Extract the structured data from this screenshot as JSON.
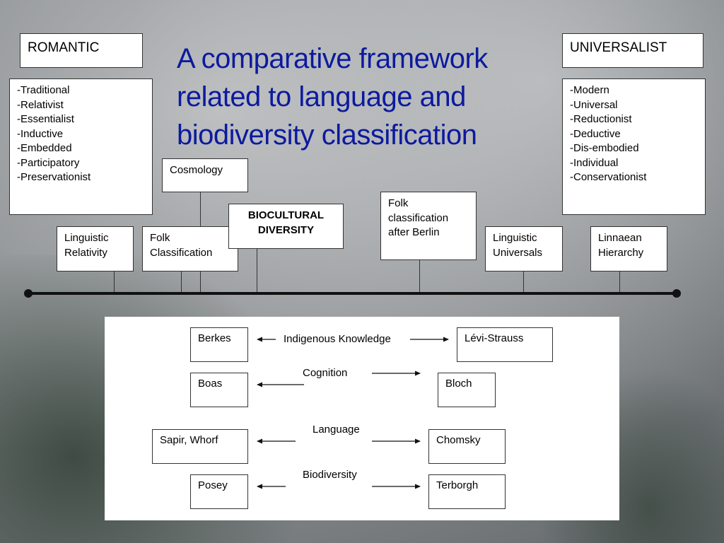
{
  "title": "A comparative framework related to language and biodiversity classification",
  "romantic": {
    "header": "ROMANTIC",
    "items": [
      "-Traditional",
      "-Relativist",
      "-Essentialist",
      "-Inductive",
      "-Embedded",
      "-Participatory",
      "-Preservationist"
    ]
  },
  "universalist": {
    "header": "UNIVERSALIST",
    "items": [
      "-Modern",
      "-Universal",
      "-Reductionist",
      "-Deductive",
      "-Dis-embodied",
      "-Individual",
      "-Conservationist"
    ]
  },
  "timeline_nodes": {
    "cosmology": "Cosmology",
    "linguistic_relativity": "Linguistic Relativity",
    "folk_classification": "Folk Classification",
    "biocultural_diversity": "BIOCULTURAL DIVERSITY",
    "folk_classification_berlin": "Folk classification after Berlin",
    "linguistic_universals": "Linguistic Universals",
    "linnaean_hierarchy": "Linnaean Hierarchy"
  },
  "comparisons": {
    "rows": [
      {
        "left": "Berkes",
        "topic": "Indigenous Knowledge",
        "right": "Lévi-Strauss"
      },
      {
        "left": "Boas",
        "topic": "Cognition",
        "right": "Bloch"
      },
      {
        "left": "Sapir, Whorf",
        "topic": "Language",
        "right": "Chomsky"
      },
      {
        "left": "Posey",
        "topic": "Biodiversity",
        "right": "Terborgh"
      }
    ]
  }
}
